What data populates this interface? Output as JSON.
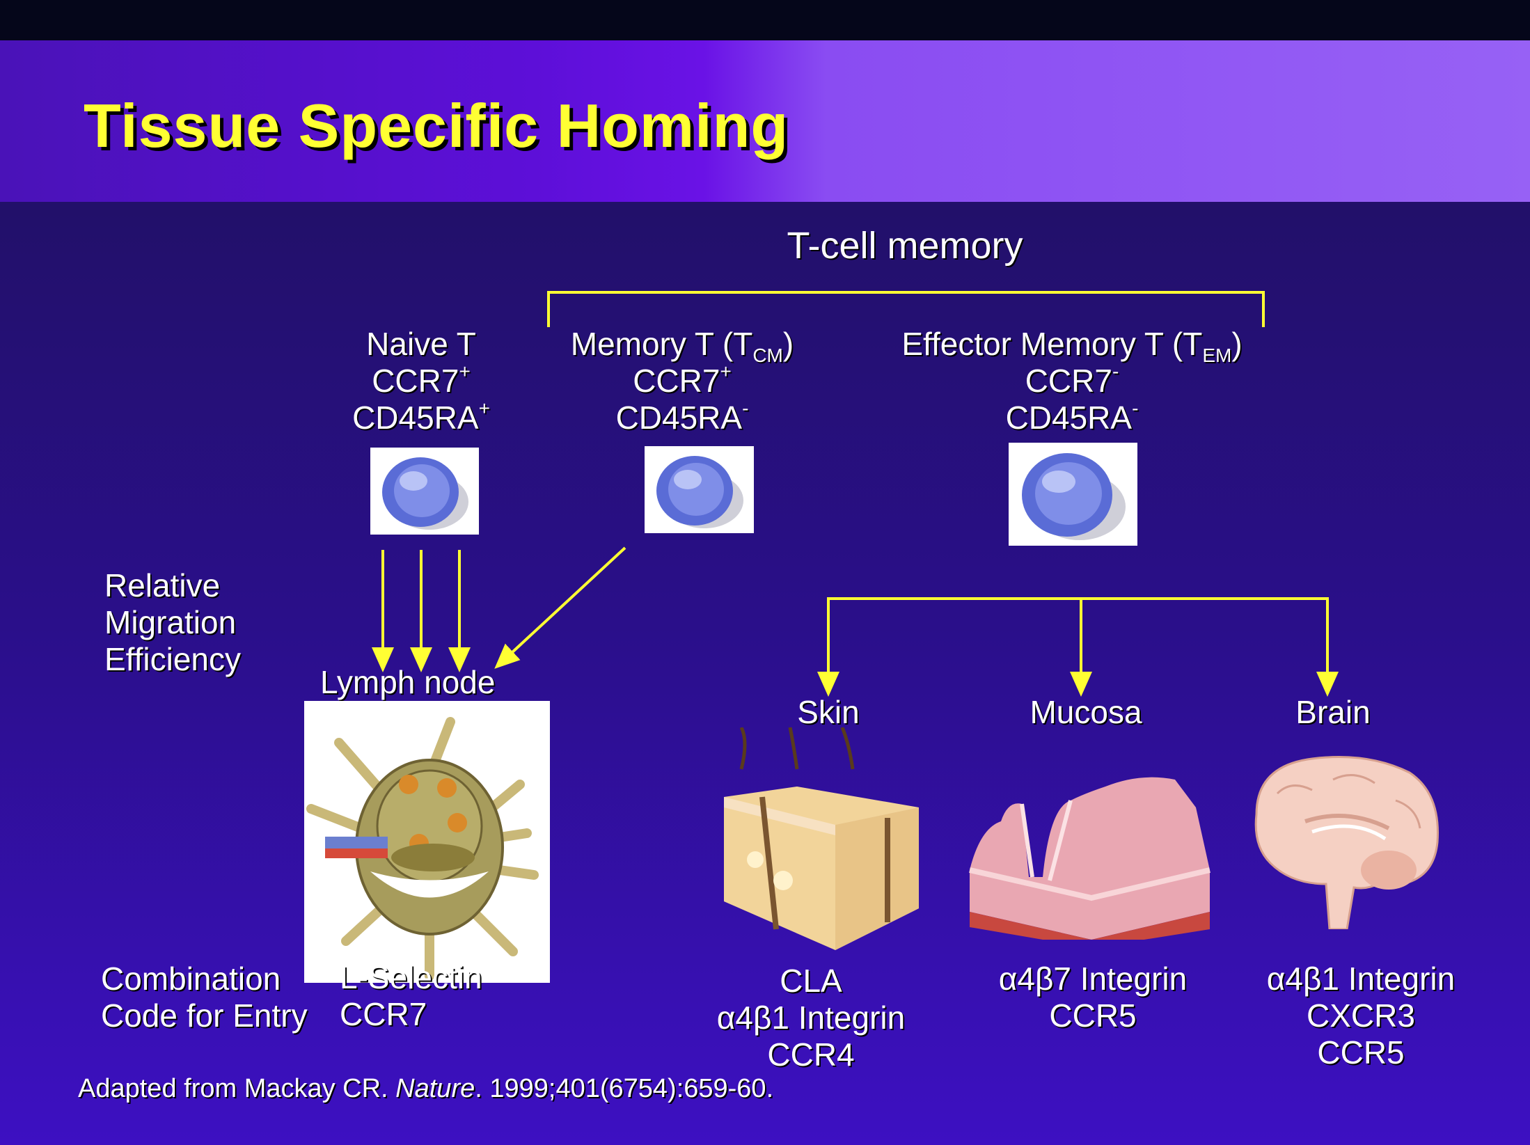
{
  "title": "Tissue Specific Homing",
  "memory_bracket_label": "T-cell memory",
  "cells": {
    "naive": {
      "name": "Naive T",
      "marker1": "CCR7",
      "marker1_sup": "+",
      "marker2": "CD45RA",
      "marker2_sup": "+"
    },
    "central_memory": {
      "name_pre": "Memory T (T",
      "name_sub": "CM",
      "name_post": ")",
      "marker1": "CCR7",
      "marker1_sup": "+",
      "marker2": "CD45RA",
      "marker2_sup": "-"
    },
    "effector_memory": {
      "name_pre": "Effector Memory T (T",
      "name_sub": "EM",
      "name_post": ")",
      "marker1": "CCR7",
      "marker1_sup": "-",
      "marker2": "CD45RA",
      "marker2_sup": "-"
    }
  },
  "left_labels": {
    "migration": [
      "Relative",
      "Migration",
      "Efficiency"
    ],
    "combination": [
      "Combination",
      "Code for Entry"
    ]
  },
  "tissues": {
    "lymph_node": {
      "label": "Lymph node",
      "codes": [
        "L-Selectin",
        "CCR7"
      ]
    },
    "skin": {
      "label": "Skin",
      "codes": [
        "CLA",
        "α4β1 Integrin",
        "CCR4"
      ]
    },
    "mucosa": {
      "label": "Mucosa",
      "codes": [
        "α4β7 Integrin",
        "CCR5"
      ]
    },
    "brain": {
      "label": "Brain",
      "codes": [
        "α4β1 Integrin",
        "CXCR3",
        "CCR5"
      ]
    }
  },
  "citation": {
    "pre": "Adapted from Mackay CR. ",
    "journal": "Nature",
    "post": ". 1999;401(6754):659-60."
  },
  "colors": {
    "title": "#ffff33",
    "arrows": "#ffff33",
    "background": "#2a0f8a",
    "banner": "#6a12e6"
  }
}
